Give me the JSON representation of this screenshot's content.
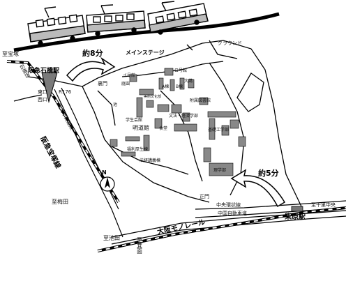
{
  "stations": {
    "ishibashi": "阪急石橋駅",
    "shibahara": "柴原駅"
  },
  "directions": {
    "takarazuka": "至宝塚",
    "umeda": "至梅田",
    "ikeda": "至池田",
    "minoh": "至箕面",
    "senri_chuo": "至千里中央"
  },
  "railways": {
    "hankyu_takarazuka": "阪急宝塚線",
    "osaka_monorail": "大阪モノレール"
  },
  "roads": {
    "ishibashi_nishi": "石橋西",
    "higashi_guchi": "東口",
    "nishi_guchi": "西口",
    "r176": "R176",
    "handai_shita": "阪大下交差点",
    "chuo_kanjo": "中央環状線",
    "chugoku_expressway": "中国自動車道"
  },
  "walk_times": {
    "from_ishibashi": "約8分",
    "from_shibahara": "約5分"
  },
  "campus": {
    "main_stage": "メインステージ",
    "ground": "グラウンド",
    "ura_mon": "裏門",
    "sei_mon": "正門",
    "bldg_i": "イ号館",
    "bldg_ro": "ロ号館",
    "teien": "庭園",
    "ike": "池",
    "bunka": "美術文化部",
    "gakusei": "学生会館",
    "meido": "明道館",
    "fukuri": "福利厚生棟",
    "hokei": "法経講義棟",
    "shokudo": "食堂",
    "bunpo": "文法・経済学部",
    "a_to": "A棟",
    "b_to": "B棟",
    "daiko": "大講",
    "toshokan": "附属図書館",
    "kiso_kogaku": "基礎工学部",
    "rigakubu": "理学部"
  },
  "compass": {
    "north": "N"
  }
}
